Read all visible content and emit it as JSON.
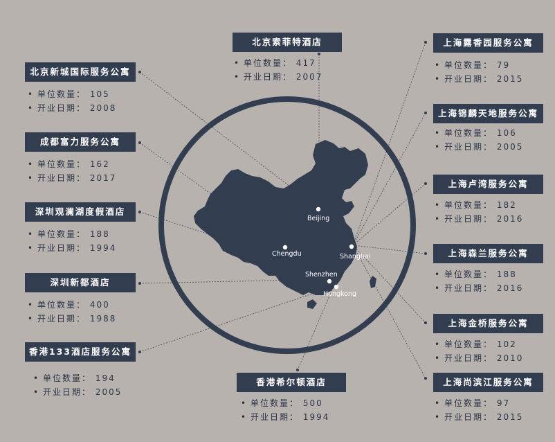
{
  "labels": {
    "units": "单位数量：",
    "opened": "开业日期："
  },
  "colors": {
    "background": "#b8b2af",
    "primary": "#333d50",
    "text_on_primary": "#ffffff"
  },
  "cities": [
    "Beijing",
    "Chengdu",
    "Shanghai",
    "Shenzhen",
    "Hongkong"
  ],
  "hotels": [
    {
      "name": "北京新城国际服务公寓",
      "units": "105",
      "opened": "2008"
    },
    {
      "name": "成都富力服务公寓",
      "units": "162",
      "opened": "2017"
    },
    {
      "name": "深圳观澜湖度假酒店",
      "units": "188",
      "opened": "1994"
    },
    {
      "name": "深圳新都酒店",
      "units": "400",
      "opened": "1988"
    },
    {
      "name": "香港133酒店服务公寓",
      "units": "194",
      "opened": "2005"
    },
    {
      "name": "北京索菲特酒店",
      "units": "417",
      "opened": "2007"
    },
    {
      "name": "香港希尔顿酒店",
      "units": "500",
      "opened": "1994"
    },
    {
      "name": "上海露香园服务公寓",
      "units": "79",
      "opened": "2015"
    },
    {
      "name": "上海锦麟天地服务公寓",
      "units": "106",
      "opened": "2005"
    },
    {
      "name": "上海卢湾服务公寓",
      "units": "182",
      "opened": "2016"
    },
    {
      "name": "上海森兰服务公寓",
      "units": "188",
      "opened": "2016"
    },
    {
      "name": "上海金桥服务公寓",
      "units": "102",
      "opened": "2010"
    },
    {
      "name": "上海尚滨江服务公寓",
      "units": "97",
      "opened": "2015"
    }
  ]
}
